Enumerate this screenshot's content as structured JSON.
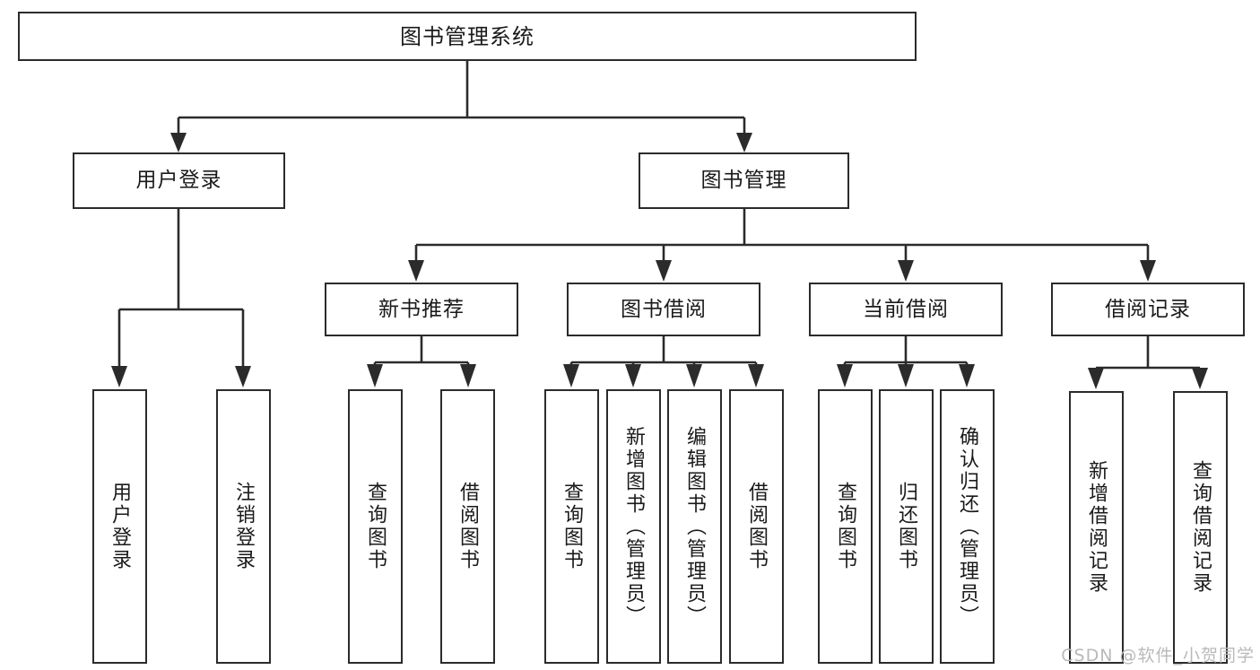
{
  "diagram": {
    "type": "tree",
    "title": "图书管理系统",
    "watermark": "CSDN @软件_小贺同学",
    "colors": {
      "stroke": "#2b2b2b",
      "fill": "#ffffff",
      "text": "#1a1a1a",
      "watermark": "#b9b9b9"
    },
    "root": {
      "label": "图书管理系统"
    },
    "level2": [
      {
        "label": "用户登录"
      },
      {
        "label": "图书管理"
      }
    ],
    "level3": [
      {
        "label": "新书推荐"
      },
      {
        "label": "图书借阅"
      },
      {
        "label": "当前借阅"
      },
      {
        "label": "借阅记录"
      }
    ],
    "leaves": {
      "user_login": [
        {
          "label": "用户登录"
        },
        {
          "label": "注销登录"
        }
      ],
      "new_book": [
        {
          "label": "查询图书"
        },
        {
          "label": "借阅图书"
        }
      ],
      "book_borrow": [
        {
          "label": "查询图书"
        },
        {
          "label": "新增图书（管理员）"
        },
        {
          "label": "编辑图书（管理员）"
        },
        {
          "label": "借阅图书"
        }
      ],
      "current_borrow": [
        {
          "label": "查询图书"
        },
        {
          "label": "归还图书"
        },
        {
          "label": "确认归还（管理员）"
        }
      ],
      "borrow_record": [
        {
          "label": "新增借阅记录"
        },
        {
          "label": "查询借阅记录"
        }
      ]
    }
  }
}
